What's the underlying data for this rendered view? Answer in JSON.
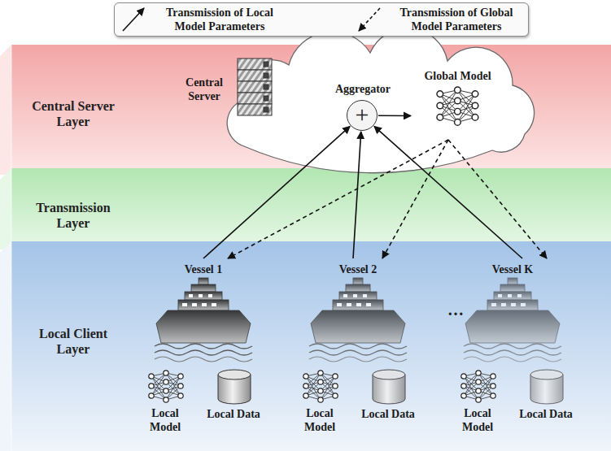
{
  "diagram": {
    "nodes": [
      {
        "text": [
          "Central Server Layer"
        ]
      },
      {
        "text": [
          "Transmission Layer"
        ]
      },
      {
        "text": [
          "Local Client Layer"
        ]
      },
      {
        "text": [
          "Central Server"
        ],
        "in": 0
      },
      {
        "text": [
          "Aggregator",
          "+"
        ],
        "in": 0
      },
      {
        "text": [
          "Global Model"
        ],
        "in": 0
      },
      {
        "text": [
          "Vessel 1"
        ],
        "in": 2
      },
      {
        "text": [
          "Vessel 2"
        ],
        "in": 2
      },
      {
        "text": [
          "Vessel K"
        ],
        "in": 2
      },
      {
        "text": [
          "Local Model"
        ],
        "in": 2
      },
      {
        "text": [
          "Local Data"
        ],
        "in": 2
      },
      {
        "text": [
          "Local Model"
        ],
        "in": 2
      },
      {
        "text": [
          "Local Data"
        ],
        "in": 2
      },
      {
        "text": [
          "Local Model"
        ],
        "in": 2
      },
      {
        "text": [
          "Local Data"
        ],
        "in": 2
      }
    ],
    "edges": [
      {
        "from": 6,
        "to": 4,
        "arrow": "to"
      },
      {
        "from": 7,
        "to": 4,
        "arrow": "to"
      },
      {
        "from": 8,
        "to": 4,
        "arrow": "to"
      },
      {
        "from": 4,
        "to": 5,
        "arrow": "to"
      },
      {
        "from": 5,
        "to": 6,
        "arrow": "to"
      },
      {
        "from": 5,
        "to": 7,
        "arrow": "to"
      },
      {
        "from": 5,
        "to": 8,
        "arrow": "to"
      }
    ],
    "labels": [
      "…"
    ],
    "legend": [
      {
        "text": "Transmission of Local Model Parameters"
      },
      {
        "text": "Transmission of Global Model Parameters"
      }
    ]
  }
}
